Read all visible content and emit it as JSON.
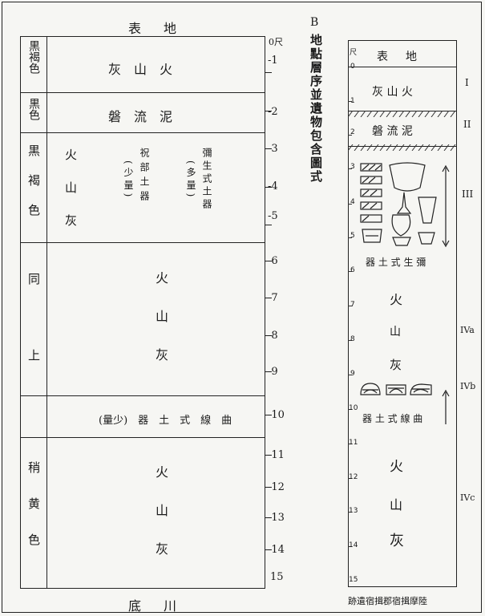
{
  "left_diagram": {
    "top_label": "表　地",
    "bottom_label": "底　川",
    "unit_label": "0尺",
    "scale": [
      "-1",
      "-2",
      "-3",
      "-4",
      "-5",
      "-6",
      "-7",
      "-8",
      "-9",
      "-10",
      "-11",
      "-12",
      "-13",
      "-14",
      "15"
    ],
    "color_labels": {
      "l1": "黒褐色",
      "l2": "黒色",
      "l3": "黒褐色",
      "l4": "同上",
      "l6": "稍黄色"
    },
    "layers": {
      "l1": "灰　山　火",
      "l2": "磐　流　泥",
      "l3_ash": "火山灰",
      "l3_col1_main": "祝部土器",
      "l3_col1_paren": "(少量)",
      "l3_col2_main": "彌生式土器",
      "l3_col2_paren": "(多量)",
      "l4": "火山灰",
      "l5": "(量少)　器　土　式　線　曲",
      "l6": "火山灰"
    }
  },
  "right_diagram": {
    "letter": "B",
    "title_vertical": "地點層序並遺物包含圖式",
    "unit_label": "尺",
    "scale": [
      "0",
      "1",
      "2",
      "3",
      "4",
      "5",
      "6",
      "7",
      "8",
      "9",
      "10",
      "11",
      "12",
      "13",
      "14",
      "15"
    ],
    "layers": {
      "top": "表　地",
      "l1": "灰 山 火",
      "l2": "磐 流 泥",
      "l3_caption": "器 土 式 生 彌",
      "l4_chars": [
        "火",
        "山",
        "灰"
      ],
      "l5_caption": "器 土 式 線 曲",
      "l6_chars": [
        "火",
        "山",
        "灰"
      ]
    },
    "roman": {
      "r1": "I",
      "r2": "II",
      "r3": "III",
      "r4a": "IVa",
      "r4b": "IVb",
      "r4c": "IVc"
    },
    "bottom_caption": "跡遺宿揖郡宿揖摩陸"
  }
}
